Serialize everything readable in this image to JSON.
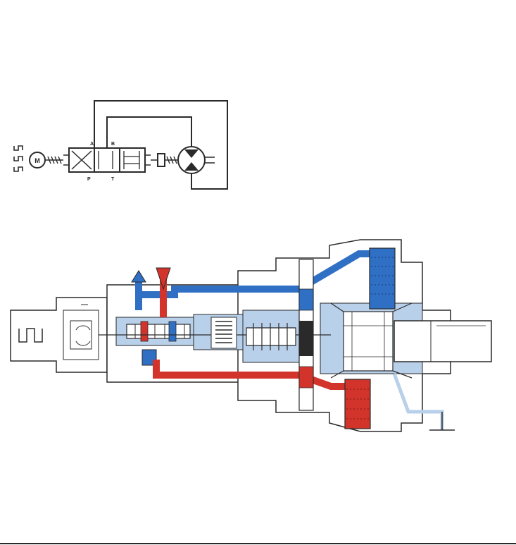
{
  "schematic": {
    "motor_label": "M",
    "port_labels": {
      "a": "A",
      "b": "B",
      "p": "P",
      "t": "T"
    }
  },
  "colors": {
    "pressure_red": "#d2342c",
    "return_blue": "#2f6fc4",
    "case_light_blue": "#b9d0ea",
    "outline": "#2a2a2a",
    "background": "#ffffff"
  }
}
